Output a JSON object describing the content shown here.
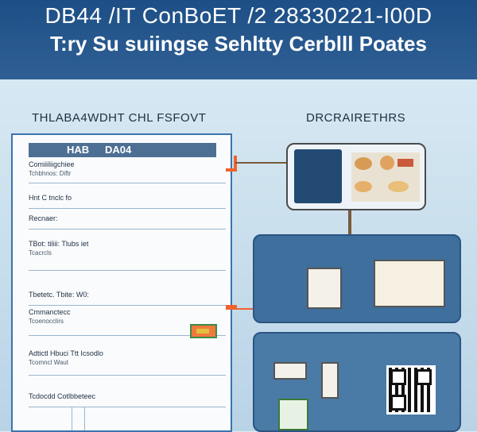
{
  "header": {
    "line1": "DB44 /IT ConBoET /2 28330221-I00D",
    "line2": "T:ry Su suiingse Sehltty Cerblll Poates"
  },
  "sections": {
    "left_title": "THLABA4WDHT CHL FSFOVT",
    "right_title": "DRCRAIRETHRS"
  },
  "document": {
    "head_a": "HAB",
    "head_b": "DA04",
    "rows": [
      {
        "label": "Comiiiliigchiee",
        "sub": "Tchbhnos: Diftr"
      },
      {
        "label": "Hnt C tnclc fo",
        "sub": ""
      },
      {
        "label": "Recnaer:",
        "sub": ""
      },
      {
        "label": "TBot: tiliii: Tlubs  iet",
        "sub": "Tcacrcls"
      },
      {
        "label": "Tbetetc. Tbite: W0:",
        "sub": ""
      },
      {
        "label": "Cmmanctecc",
        "sub": "Tcoenocclirs"
      },
      {
        "label": "Adtictl Hbuci Ttt Icsodlo",
        "sub": "Tcomncl Waut"
      },
      {
        "label": "Tcdocdd Cotlbbeteec",
        "sub": ""
      }
    ]
  },
  "colors": {
    "header_bg": "#1d4f86",
    "accent_orange": "#f0632e",
    "panel_blue": "#3f6f9c"
  }
}
